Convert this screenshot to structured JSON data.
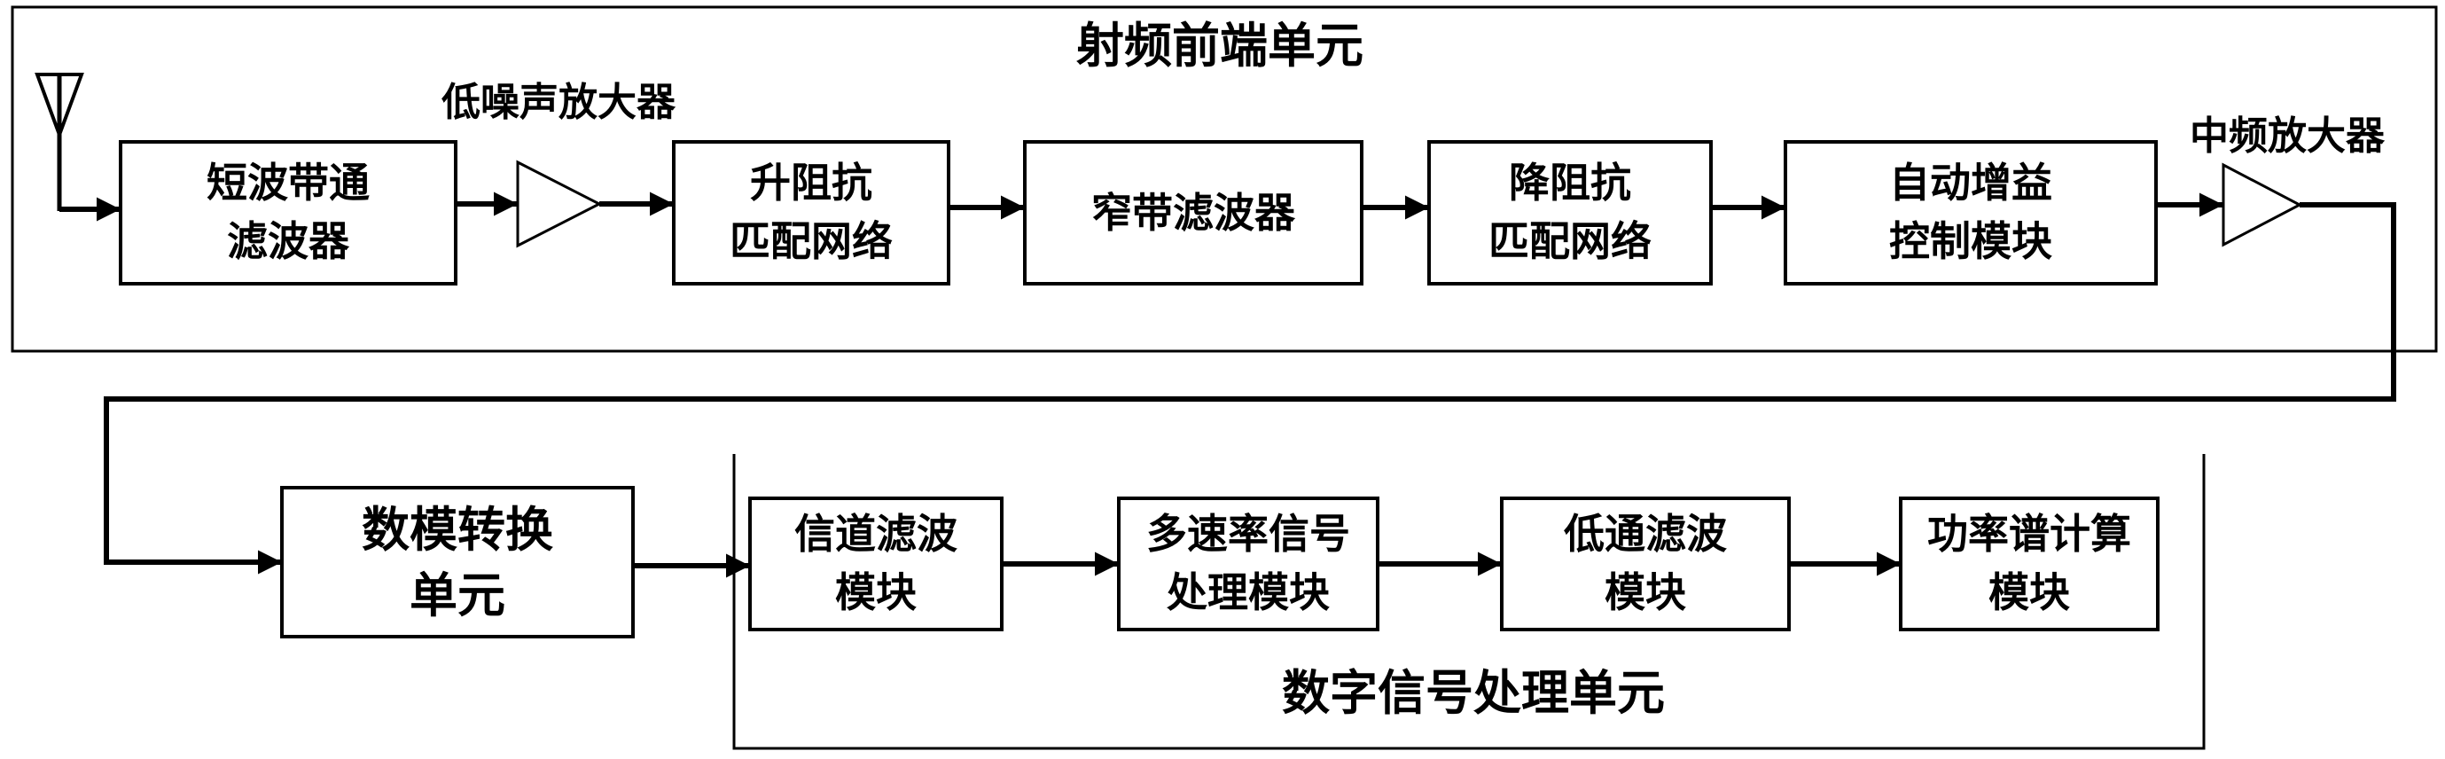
{
  "rf_unit": {
    "title": "射频前端单元",
    "antenna_icon": "antenna-icon",
    "lna_label": "低噪声放大器",
    "if_amp_label": "中频放大器",
    "blocks": [
      [
        "短波带通",
        "滤波器"
      ],
      [
        "升阻抗",
        "匹配网络"
      ],
      [
        "窄带滤波器"
      ],
      [
        "降阻抗",
        "匹配网络"
      ],
      [
        "自动增益",
        "控制模块"
      ]
    ]
  },
  "dac_unit": {
    "lines": [
      "数模转换",
      "单元"
    ]
  },
  "dsp_unit": {
    "title": "数字信号处理单元",
    "blocks": [
      [
        "信道滤波",
        "模块"
      ],
      [
        "多速率信号",
        "处理模块"
      ],
      [
        "低通滤波",
        "模块"
      ],
      [
        "功率谱计算",
        "模块"
      ]
    ]
  }
}
